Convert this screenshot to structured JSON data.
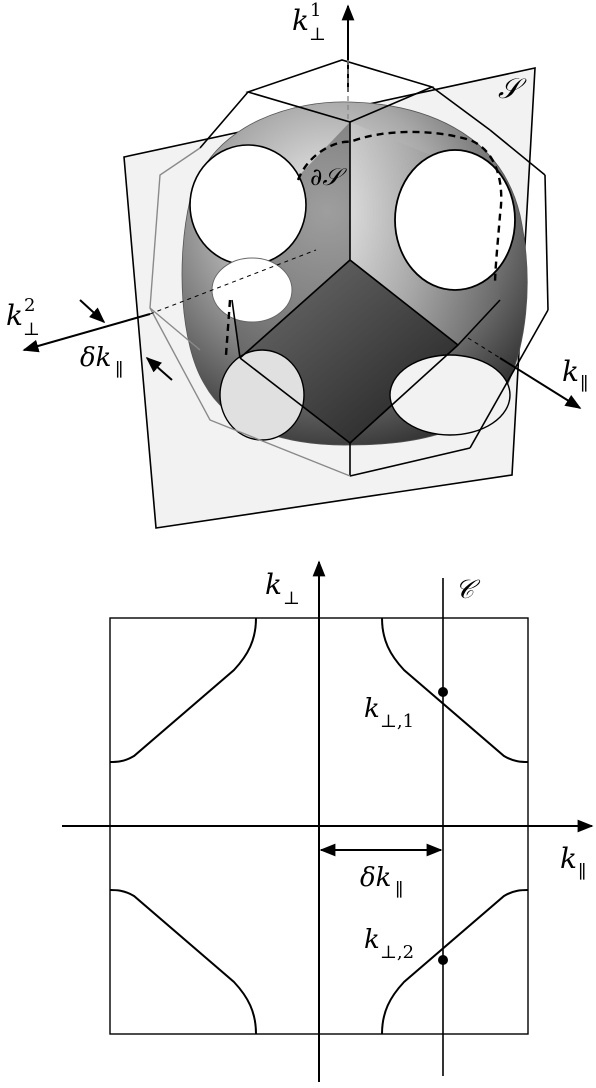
{
  "top": {
    "axis_k_perp1": {
      "base": "k",
      "sup": "1",
      "sub": "⊥"
    },
    "axis_k_perp2": {
      "base": "k",
      "sup": "2",
      "sub": "⊥"
    },
    "axis_k_par": {
      "base": "k",
      "sub": "∥"
    },
    "plane_label": "𝒮",
    "boundary_label": "∂𝒮",
    "delta_label": {
      "base": "δk",
      "sub": "∥"
    }
  },
  "bottom": {
    "axis_k_perp": {
      "base": "k",
      "sub": "⊥"
    },
    "axis_k_par": {
      "base": "k",
      "sub": "∥"
    },
    "line_label": "𝒞",
    "point_1": {
      "base": "k",
      "sub": "⊥,1"
    },
    "point_2": {
      "base": "k",
      "sub": "⊥,2"
    },
    "delta_label": {
      "base": "δk",
      "sub": "∥"
    }
  },
  "colors": {
    "ink": "#000000",
    "plane_fill": "#e6e6e6",
    "surface_dark": "#3a3a3a",
    "surface_light": "#bdbdbd"
  }
}
